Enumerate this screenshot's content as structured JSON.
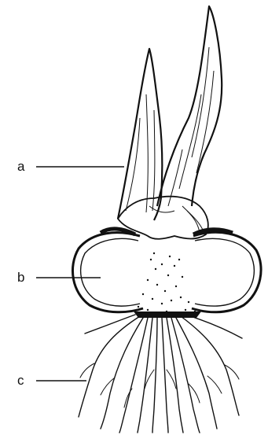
{
  "labels": {
    "a": "a",
    "b": "b",
    "c": "c"
  },
  "colors": {
    "ink": "#111111",
    "paper": "#ffffff"
  }
}
